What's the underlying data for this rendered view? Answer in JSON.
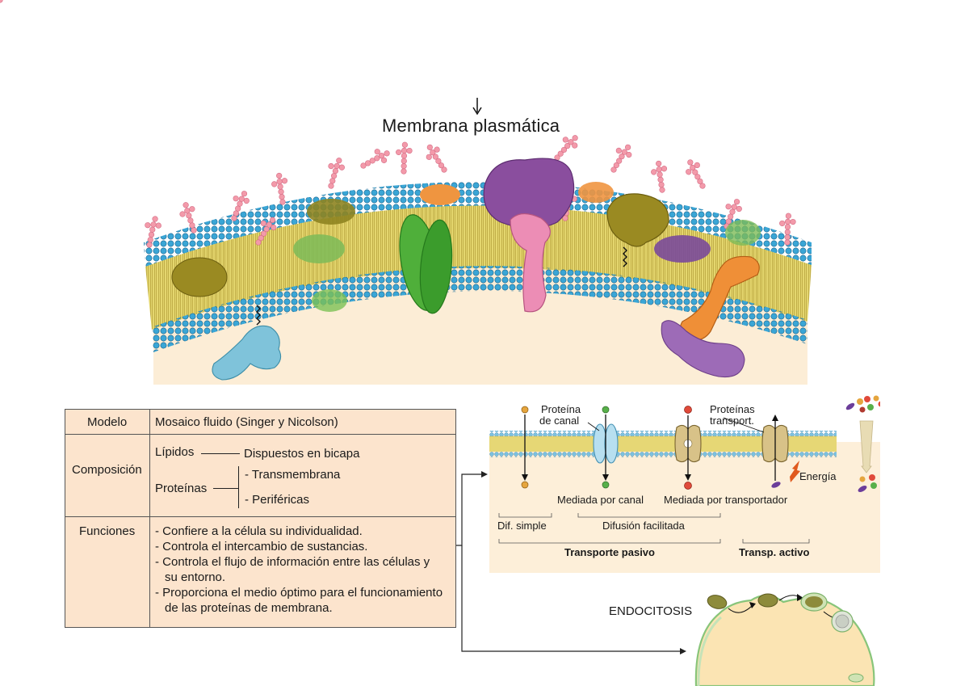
{
  "diagram": {
    "title": "Membrana plasmática",
    "table": {
      "rows": [
        {
          "label": "Modelo",
          "content": "Mosaico fluido (Singer y Nicolson)"
        },
        {
          "label": "Composición",
          "lipids_label": "Lípidos",
          "lipids_value": "Dispuestos en bicapa",
          "proteins_label": "Proteínas",
          "proteins_values": [
            "- Transmembrana",
            "- Periféricas"
          ]
        },
        {
          "label": "Funciones",
          "items": [
            "- Confiere a la célula su individualidad.",
            "- Controla el intercambio de sustancias.",
            "- Controla el flujo de información entre las células y",
            "  su entorno.",
            "- Proporciona el medio óptimo para el funcionamiento",
            "  de las proteínas de membrana."
          ]
        }
      ]
    },
    "transport": {
      "channel_protein": [
        "Proteína",
        "de canal"
      ],
      "transport_proteins": [
        "Proteínas",
        "transport."
      ],
      "channel_mediated": "Mediada por canal",
      "transporter_mediated": "Mediada por transportador",
      "energy": "Energía",
      "simple_diffusion": "Dif. simple",
      "facilitated_diffusion": "Difusión facilitada",
      "passive_transport": "Transporte pasivo",
      "active_transport": "Transp. activo"
    },
    "endocytosis": "ENDOCITOSIS",
    "colors": {
      "table_fill": "#fce4cd",
      "panel_fill": "#fdefd9",
      "lipid_head": "#35a9d8",
      "lipid_tail": "#d9cc5c",
      "glyco": "#f08ea0",
      "cytoplasm": "#fbe9cc"
    }
  }
}
